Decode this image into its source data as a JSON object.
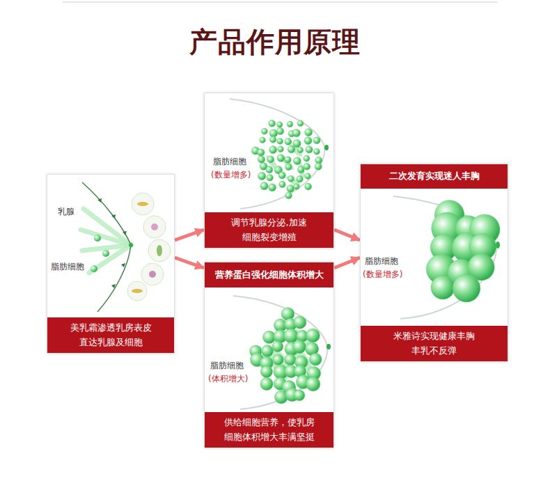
{
  "diagram": {
    "title": "产品作用原理",
    "nodes": [
      {
        "text": [
          "乳腺",
          "脂肪细胞"
        ]
      },
      {
        "text": [
          "美乳霜渗透乳房表皮 直达乳腺及细胞"
        ],
        "in": 0
      },
      {
        "text": [
          "脂肪细胞",
          "(数量增多)"
        ]
      },
      {
        "text": [
          "调节乳腺分泌,加速 细胞裂变增殖"
        ],
        "in": 2
      },
      {
        "text": [
          "脂肪细胞",
          "(体积增大)"
        ]
      },
      {
        "text": [
          "营养蛋白强化细胞体积增大"
        ],
        "in": 4
      },
      {
        "text": [
          "供给细胞营养，使乳房 细胞体积增大丰满坚挺"
        ],
        "in": 4
      },
      {
        "text": [
          "脂肪细胞",
          "(数量增多)"
        ]
      },
      {
        "text": [
          "二次发育实现迷人丰胸"
        ],
        "in": 7
      },
      {
        "text": [
          "米雅诗实现健康丰胸 丰乳不反弹"
        ],
        "in": 7
      }
    ],
    "edges": [
      {
        "from": 0,
        "to": 2,
        "arrow": "to"
      },
      {
        "from": 0,
        "to": 4,
        "arrow": "to"
      },
      {
        "from": 2,
        "to": 7,
        "arrow": "to"
      },
      {
        "from": 4,
        "to": 7,
        "arrow": "to"
      }
    ]
  }
}
